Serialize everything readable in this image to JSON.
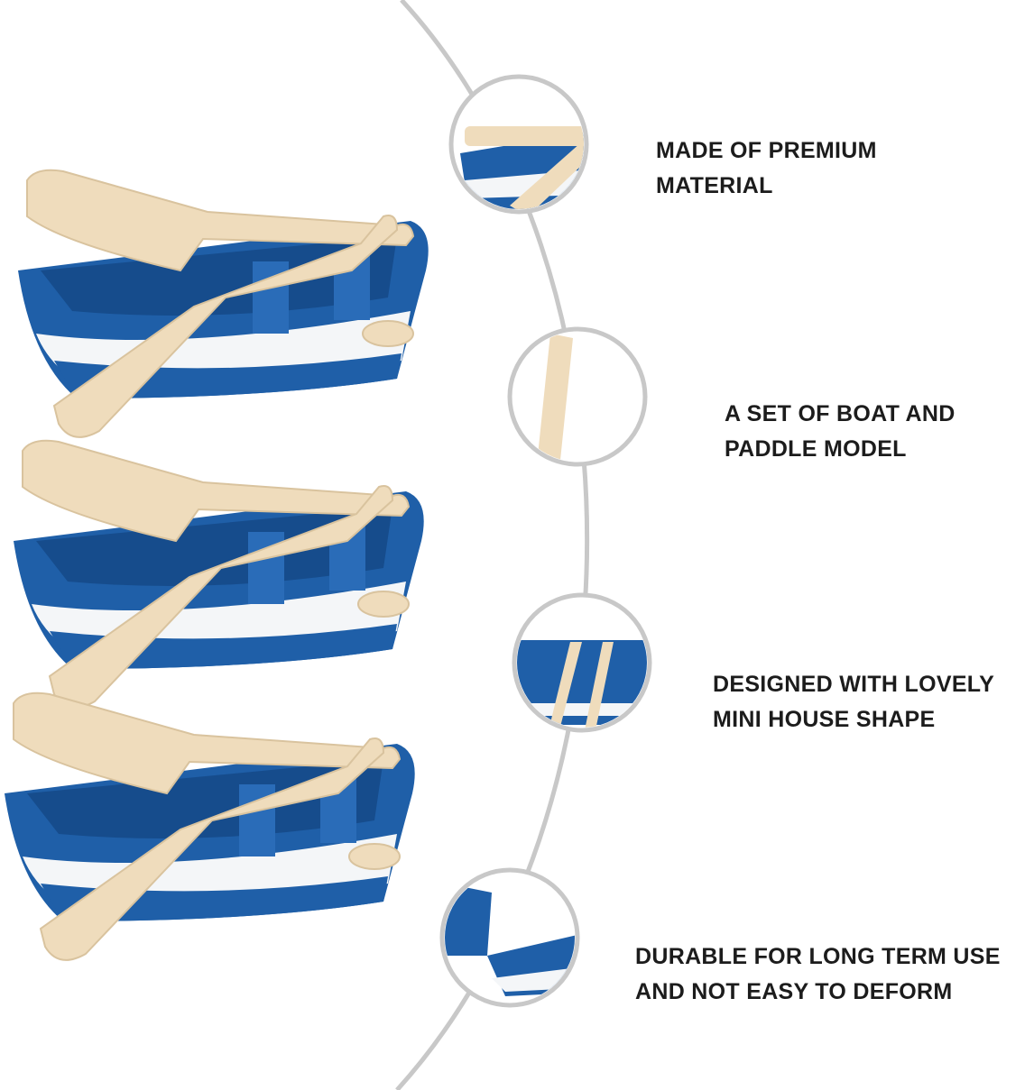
{
  "features": [
    {
      "line1": "MADE OF PREMIUM",
      "line2": "MATERIAL"
    },
    {
      "line1": "A SET OF BOAT AND",
      "line2": "PADDLE MODEL"
    },
    {
      "line1": "DESIGNED WITH LOVELY",
      "line2": "MINI HOUSE SHAPE"
    },
    {
      "line1": "DURABLE FOR LONG TERM USE",
      "line2": "AND NOT EASY TO DEFORM"
    }
  ],
  "colors": {
    "hull": "#1f5fa8",
    "hull_dark": "#164c8c",
    "wood": "#efdcbc",
    "line": "#c8c8c8"
  }
}
